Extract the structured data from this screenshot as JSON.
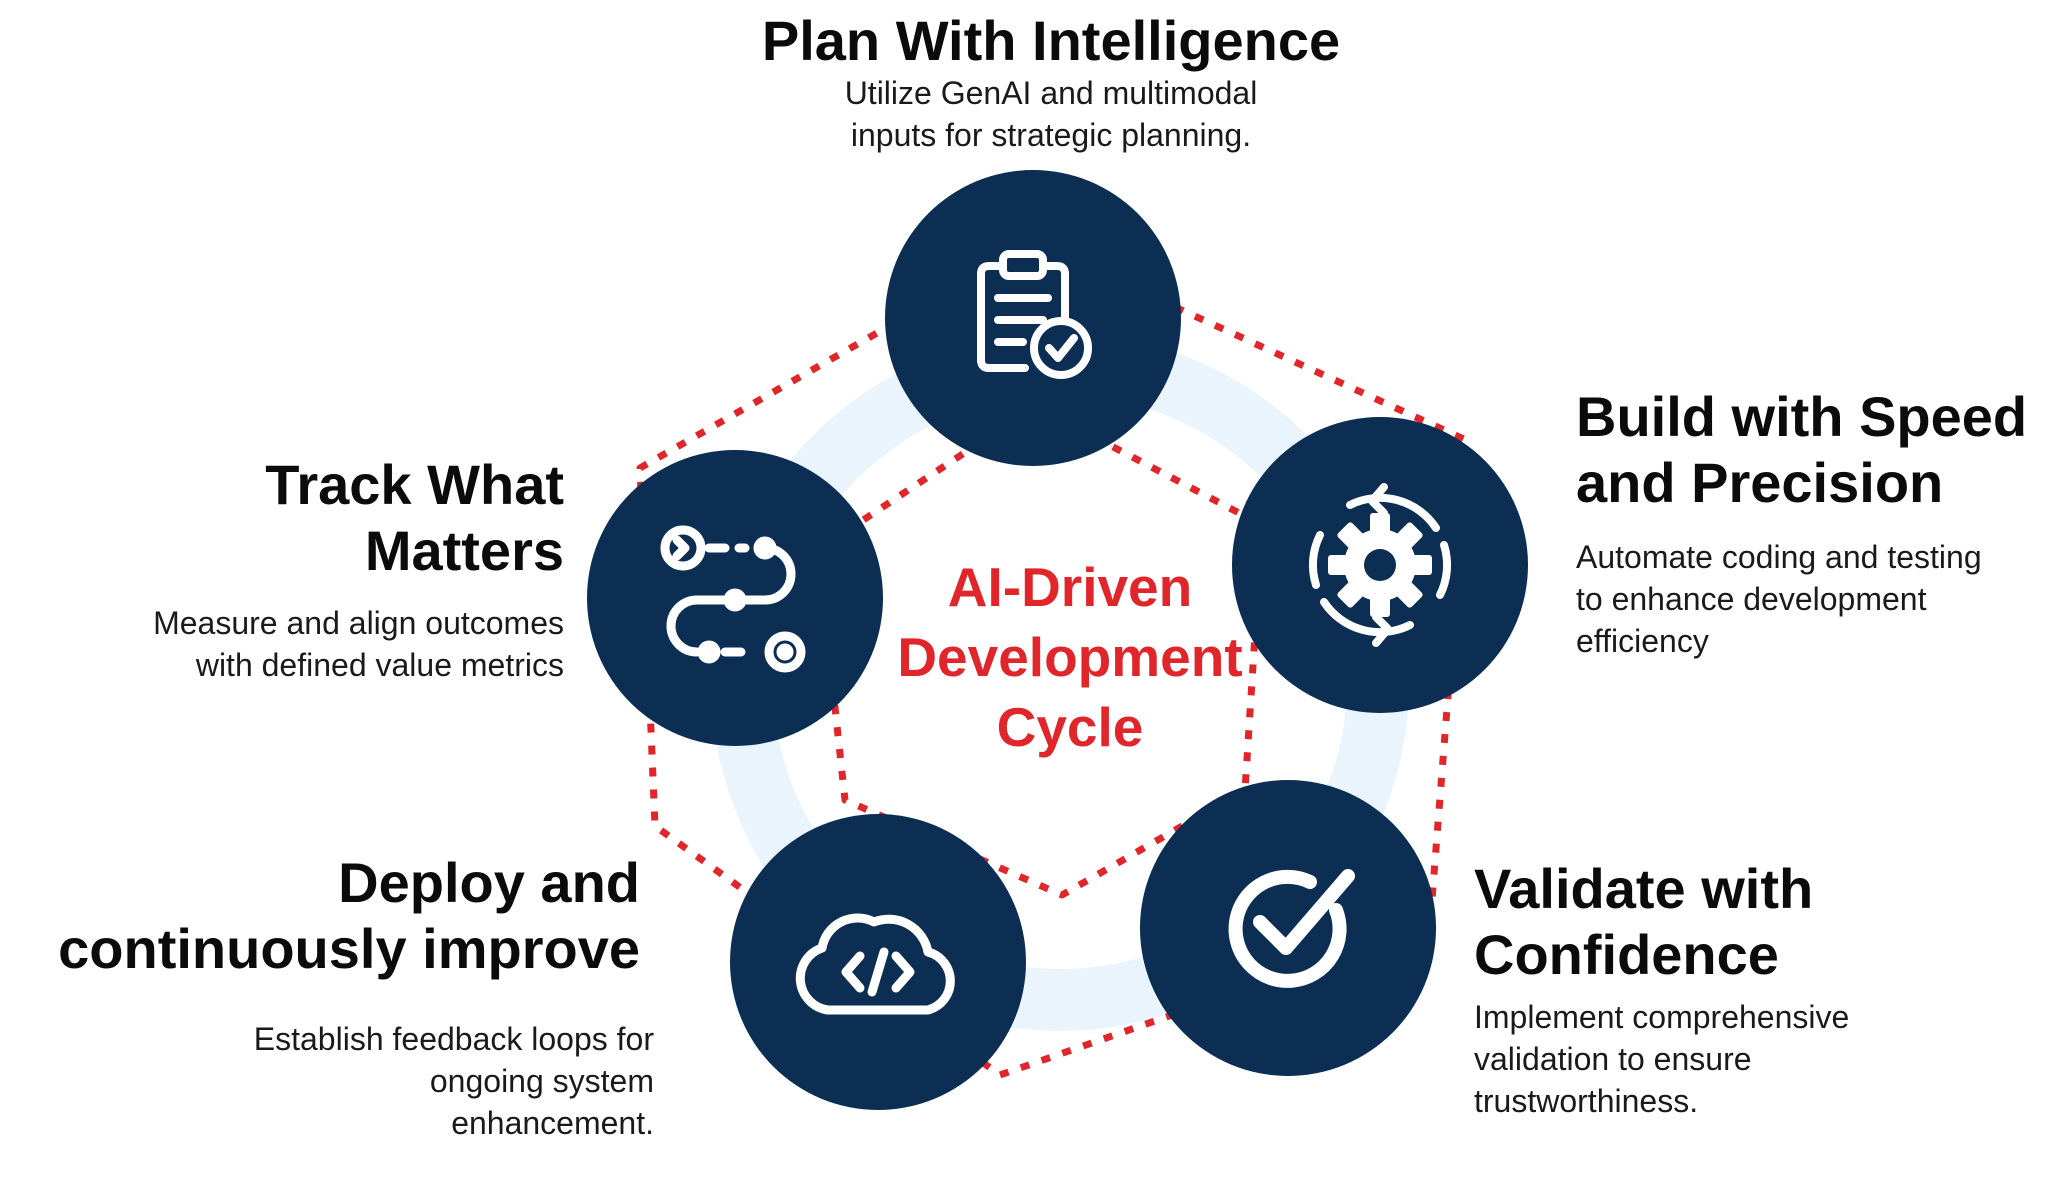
{
  "colors": {
    "node_fill": "#0b2e52",
    "icon_stroke": "#ffffff",
    "dotted_ring": "#e0262a",
    "inner_ring": "#eaf4fd",
    "center_text": "#e0262a"
  },
  "center": {
    "title": "AI-Driven\nDevelopment\nCycle"
  },
  "stages": [
    {
      "id": "plan",
      "icon": "clipboard-check-icon",
      "title": "Plan With Intelligence",
      "description": "Utilize GenAI and multimodal\ninputs for strategic planning."
    },
    {
      "id": "build",
      "icon": "gear-cycle-icon",
      "title": "Build with Speed\nand Precision",
      "description": "Automate coding and testing\nto enhance development\nefficiency"
    },
    {
      "id": "validate",
      "icon": "check-circle-icon",
      "title": "Validate with\nConfidence",
      "description": "Implement comprehensive\nvalidation to ensure\ntrustworthiness."
    },
    {
      "id": "deploy",
      "icon": "cloud-code-icon",
      "title": "Deploy and\ncontinuously improve",
      "description": "Establish feedback loops for\nongoing system\nenhancement."
    },
    {
      "id": "track",
      "icon": "route-icon",
      "title": "Track What\nMatters",
      "description": "Measure and align outcomes\nwith defined value metrics"
    }
  ]
}
